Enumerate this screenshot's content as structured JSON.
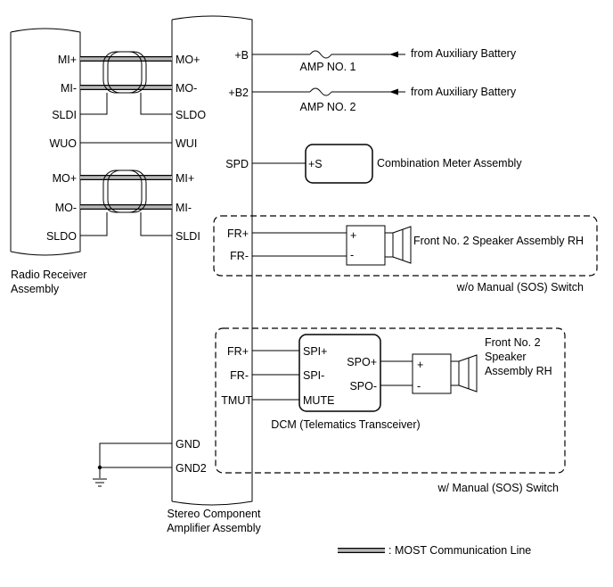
{
  "radio_receiver": {
    "name_lines": [
      "Radio Receiver",
      "Assembly"
    ],
    "pins": [
      "MI+",
      "MI-",
      "SLDI",
      "WUO",
      "MO+",
      "MO-",
      "SLDO"
    ]
  },
  "amplifier": {
    "name_lines": [
      "Stereo Component",
      "Amplifier Assembly"
    ],
    "left_pins": [
      "MO+",
      "MO-",
      "SLDO",
      "WUI",
      "MI+",
      "MI-",
      "SLDI",
      "GND",
      "GND2"
    ],
    "right_pins": [
      "+B",
      "+B2",
      "SPD",
      "FR+",
      "FR-",
      "FR+",
      "FR-",
      "TMUT"
    ]
  },
  "power_feeds": [
    {
      "pin": "+B",
      "fuse": "AMP NO. 1",
      "source": "from Auxiliary Battery"
    },
    {
      "pin": "+B2",
      "fuse": "AMP NO. 2",
      "source": "from Auxiliary Battery"
    }
  ],
  "combination_meter": {
    "pin": "+S",
    "name": "Combination Meter Assembly"
  },
  "group_without_sos": {
    "caption": "w/o Manual (SOS) Switch",
    "speaker_name": "Front No. 2 Speaker Assembly RH",
    "speaker_pins": [
      "+",
      "-"
    ]
  },
  "group_with_sos": {
    "caption": "w/ Manual (SOS) Switch",
    "dcm_name": "DCM (Telematics Transceiver)",
    "dcm_left_pins": [
      "SPI+",
      "SPI-",
      "MUTE"
    ],
    "dcm_right_pins": [
      "SPO+",
      "SPO-"
    ],
    "speaker_name_lines": [
      "Front No. 2",
      "Speaker",
      "Assembly RH"
    ],
    "speaker_pins": [
      "+",
      "-"
    ]
  },
  "legend": {
    "label": ": MOST Communication Line"
  }
}
